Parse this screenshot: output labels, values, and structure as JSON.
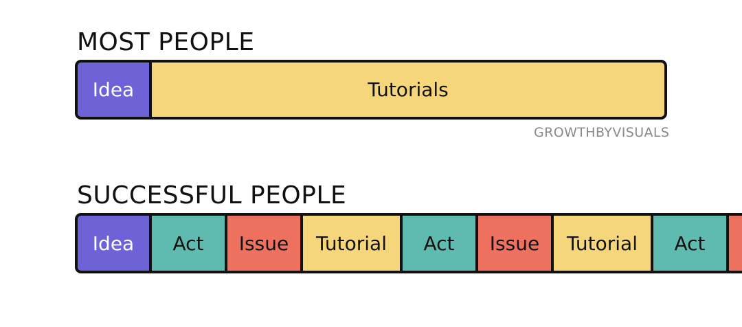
{
  "most_people": {
    "title": "MOST PEOPLE",
    "segments": [
      {
        "label": "Idea",
        "kind": "idea"
      },
      {
        "label": "Tutorials",
        "kind": "tutorial"
      }
    ]
  },
  "watermark": "GROWTHBYVISUALS",
  "successful_people": {
    "title": "SUCCESSFUL PEOPLE",
    "segments": [
      {
        "label": "Idea",
        "kind": "idea"
      },
      {
        "label": "Act",
        "kind": "act"
      },
      {
        "label": "Issue",
        "kind": "issue"
      },
      {
        "label": "Tutorial",
        "kind": "tutorial"
      },
      {
        "label": "Act",
        "kind": "act"
      },
      {
        "label": "Issue",
        "kind": "issue"
      },
      {
        "label": "Tutorial",
        "kind": "tutorial"
      },
      {
        "label": "Act",
        "kind": "act"
      },
      {
        "label": "",
        "kind": "issue"
      }
    ]
  },
  "colors": {
    "idea": "#6e63d6",
    "tutorial": "#f5d67a",
    "act": "#5fbaaf",
    "issue": "#ee7160",
    "outline": "#111111"
  }
}
